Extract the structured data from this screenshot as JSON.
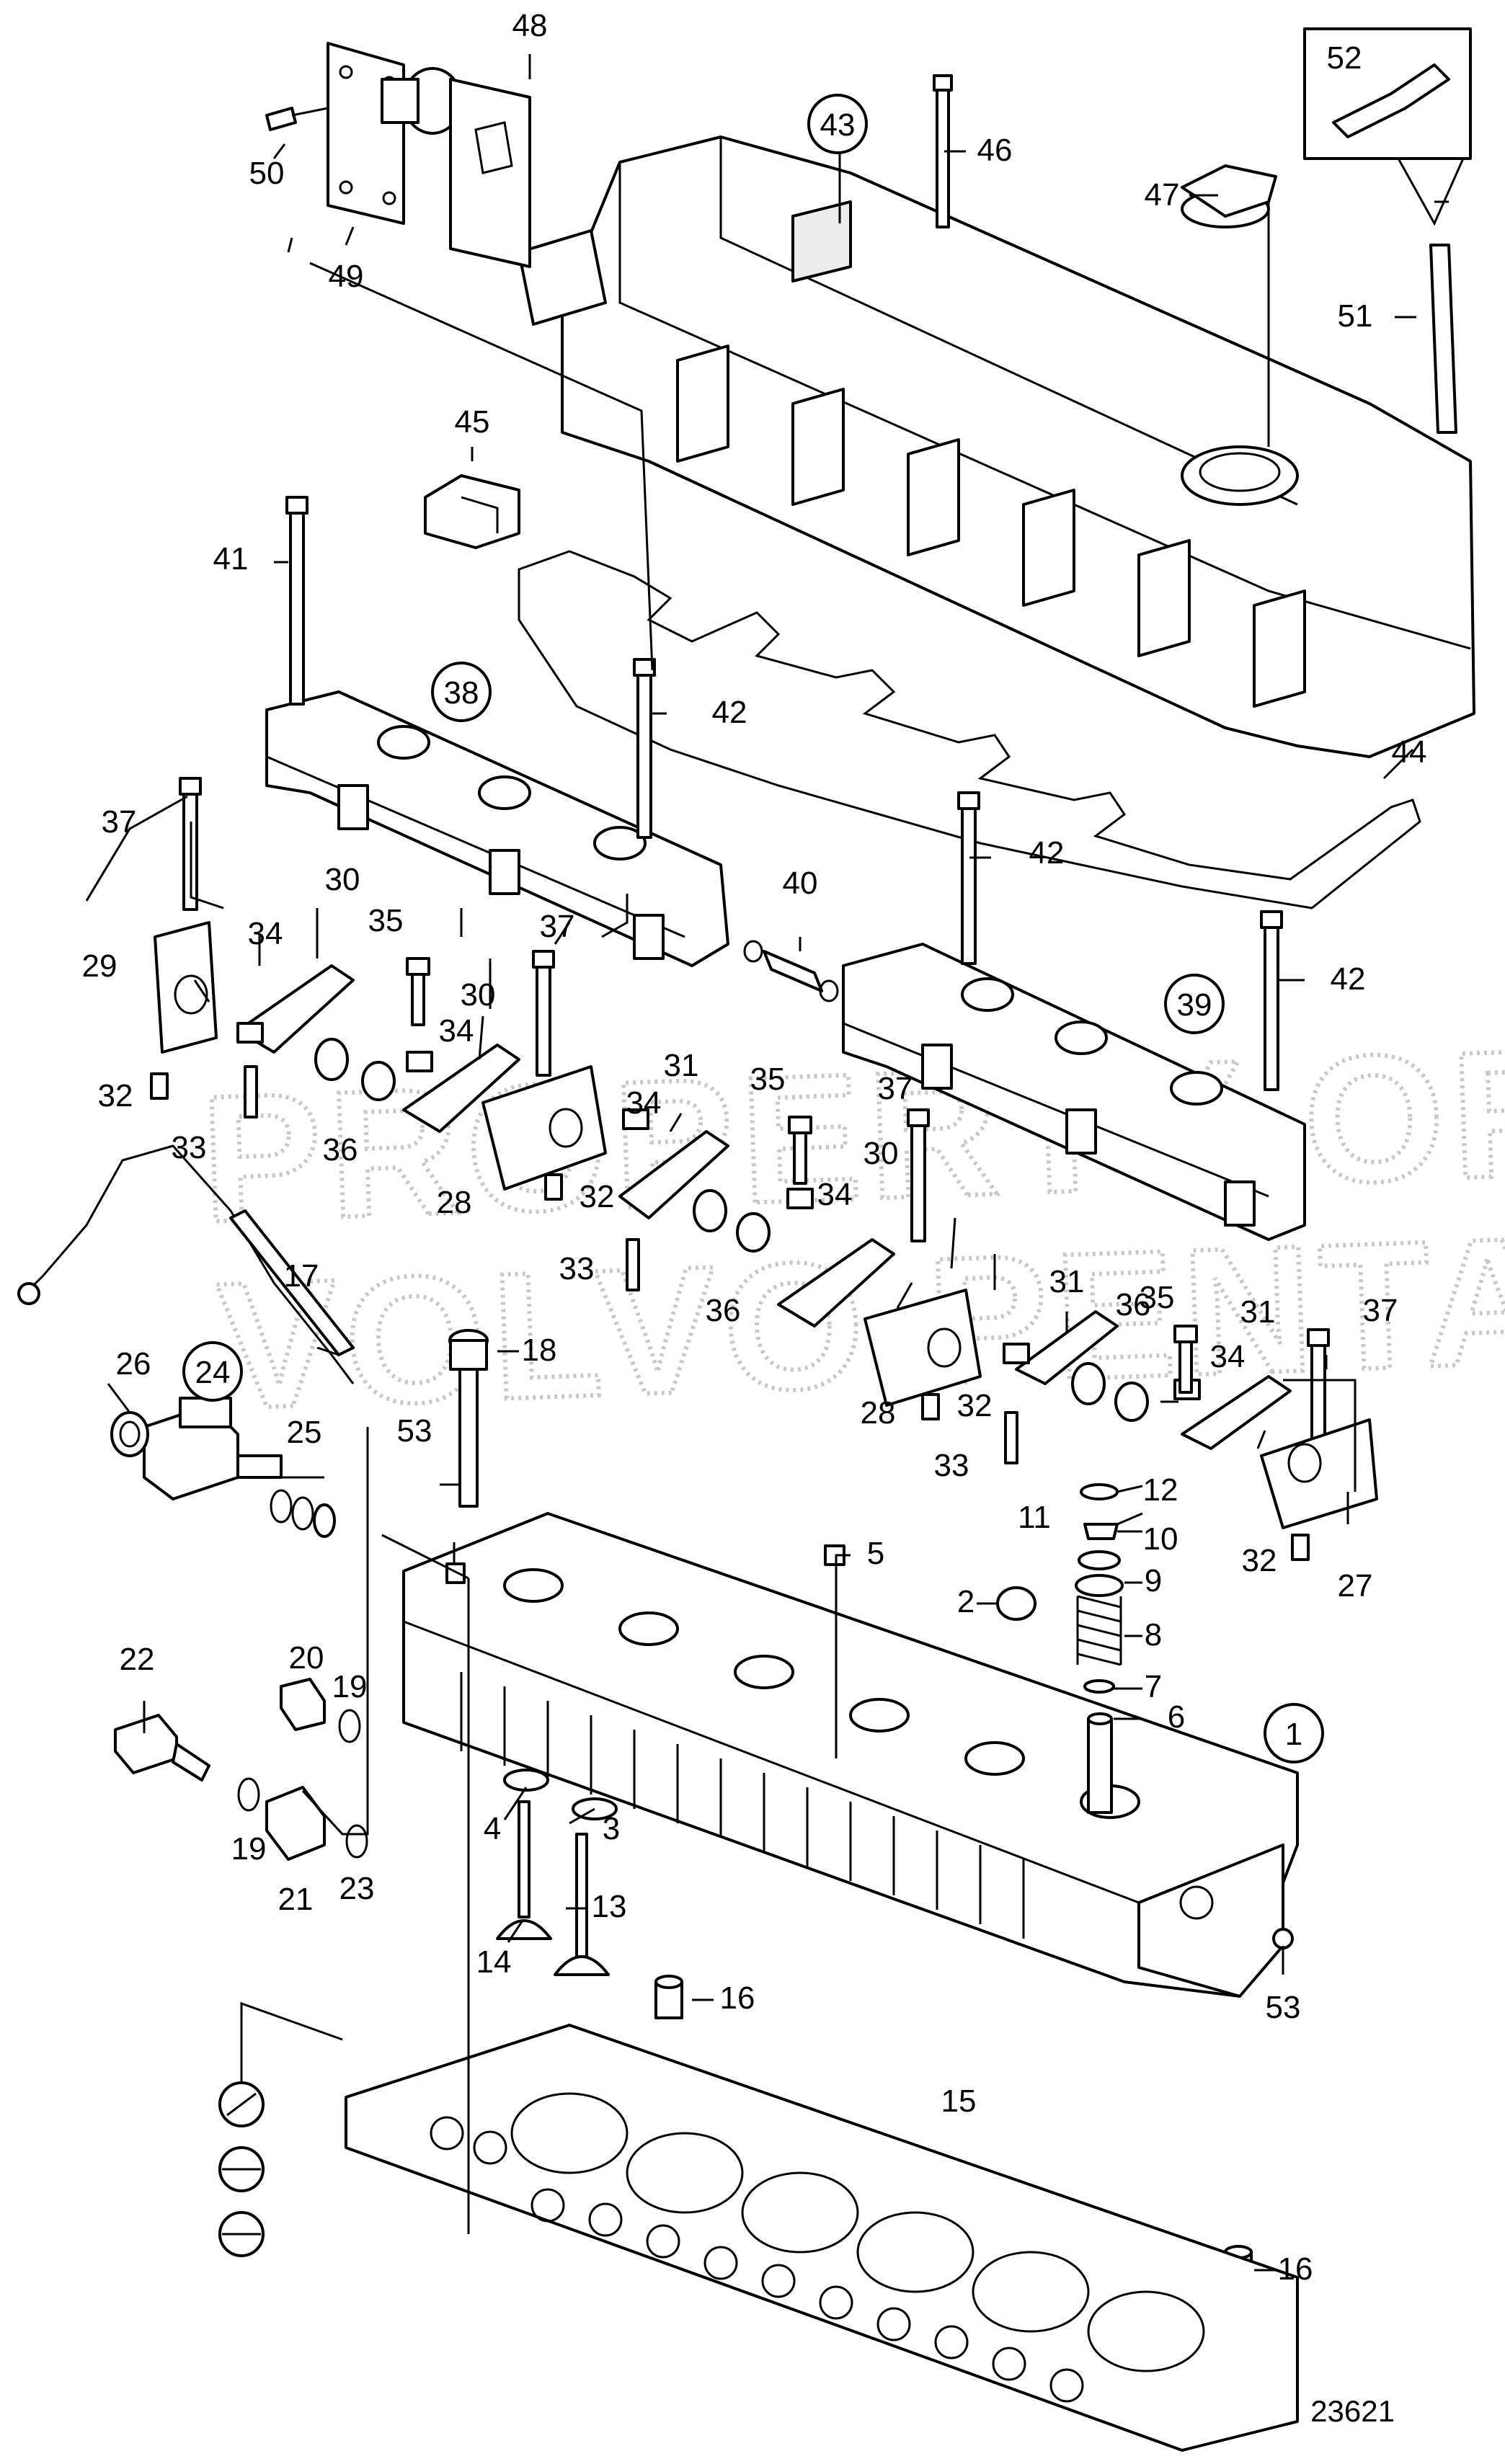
{
  "diagram": {
    "drawing_number": "23621",
    "watermark": [
      "PROPERTY OF",
      "VOLVO PENTA"
    ],
    "callouts": [
      {
        "id": "c1",
        "label": "1",
        "circled": true
      },
      {
        "id": "c2",
        "label": "2"
      },
      {
        "id": "c3",
        "label": "3"
      },
      {
        "id": "c4",
        "label": "4"
      },
      {
        "id": "c5",
        "label": "5"
      },
      {
        "id": "c6",
        "label": "6"
      },
      {
        "id": "c7",
        "label": "7"
      },
      {
        "id": "c8",
        "label": "8"
      },
      {
        "id": "c9",
        "label": "9"
      },
      {
        "id": "c10",
        "label": "10"
      },
      {
        "id": "c11",
        "label": "11"
      },
      {
        "id": "c12",
        "label": "12"
      },
      {
        "id": "c13",
        "label": "13"
      },
      {
        "id": "c14",
        "label": "14"
      },
      {
        "id": "c15",
        "label": "15"
      },
      {
        "id": "c16a",
        "label": "16"
      },
      {
        "id": "c16b",
        "label": "16"
      },
      {
        "id": "c17",
        "label": "17"
      },
      {
        "id": "c18",
        "label": "18"
      },
      {
        "id": "c19a",
        "label": "19"
      },
      {
        "id": "c19b",
        "label": "19"
      },
      {
        "id": "c20",
        "label": "20"
      },
      {
        "id": "c21",
        "label": "21"
      },
      {
        "id": "c22",
        "label": "22"
      },
      {
        "id": "c23",
        "label": "23"
      },
      {
        "id": "c24",
        "label": "24",
        "circled": true
      },
      {
        "id": "c25",
        "label": "25"
      },
      {
        "id": "c26",
        "label": "26"
      },
      {
        "id": "c27",
        "label": "27"
      },
      {
        "id": "c28a",
        "label": "28"
      },
      {
        "id": "c28b",
        "label": "28"
      },
      {
        "id": "c29",
        "label": "29"
      },
      {
        "id": "c30a",
        "label": "30"
      },
      {
        "id": "c30b",
        "label": "30"
      },
      {
        "id": "c30c",
        "label": "30"
      },
      {
        "id": "c31a",
        "label": "31"
      },
      {
        "id": "c31b",
        "label": "31"
      },
      {
        "id": "c31c",
        "label": "31"
      },
      {
        "id": "c32a",
        "label": "32"
      },
      {
        "id": "c32b",
        "label": "32"
      },
      {
        "id": "c32c",
        "label": "32"
      },
      {
        "id": "c32d",
        "label": "32"
      },
      {
        "id": "c33a",
        "label": "33"
      },
      {
        "id": "c33b",
        "label": "33"
      },
      {
        "id": "c33c",
        "label": "33"
      },
      {
        "id": "c34a",
        "label": "34"
      },
      {
        "id": "c34b",
        "label": "34"
      },
      {
        "id": "c34c",
        "label": "34"
      },
      {
        "id": "c34d",
        "label": "34"
      },
      {
        "id": "c34e",
        "label": "34"
      },
      {
        "id": "c35a",
        "label": "35"
      },
      {
        "id": "c35b",
        "label": "35"
      },
      {
        "id": "c35c",
        "label": "35"
      },
      {
        "id": "c36a",
        "label": "36"
      },
      {
        "id": "c36b",
        "label": "36"
      },
      {
        "id": "c36c",
        "label": "36"
      },
      {
        "id": "c37a",
        "label": "37"
      },
      {
        "id": "c37b",
        "label": "37"
      },
      {
        "id": "c37c",
        "label": "37"
      },
      {
        "id": "c37d",
        "label": "37"
      },
      {
        "id": "c38",
        "label": "38",
        "circled": true
      },
      {
        "id": "c39",
        "label": "39",
        "circled": true
      },
      {
        "id": "c40",
        "label": "40"
      },
      {
        "id": "c41",
        "label": "41"
      },
      {
        "id": "c42a",
        "label": "42"
      },
      {
        "id": "c42b",
        "label": "42"
      },
      {
        "id": "c42c",
        "label": "42"
      },
      {
        "id": "c43",
        "label": "43",
        "circled": true
      },
      {
        "id": "c44",
        "label": "44"
      },
      {
        "id": "c45",
        "label": "45"
      },
      {
        "id": "c46",
        "label": "46"
      },
      {
        "id": "c47",
        "label": "47"
      },
      {
        "id": "c48",
        "label": "48"
      },
      {
        "id": "c49",
        "label": "49"
      },
      {
        "id": "c50",
        "label": "50"
      },
      {
        "id": "c51",
        "label": "51"
      },
      {
        "id": "c52",
        "label": "52"
      },
      {
        "id": "c53a",
        "label": "53"
      },
      {
        "id": "c53b",
        "label": "53"
      }
    ]
  }
}
